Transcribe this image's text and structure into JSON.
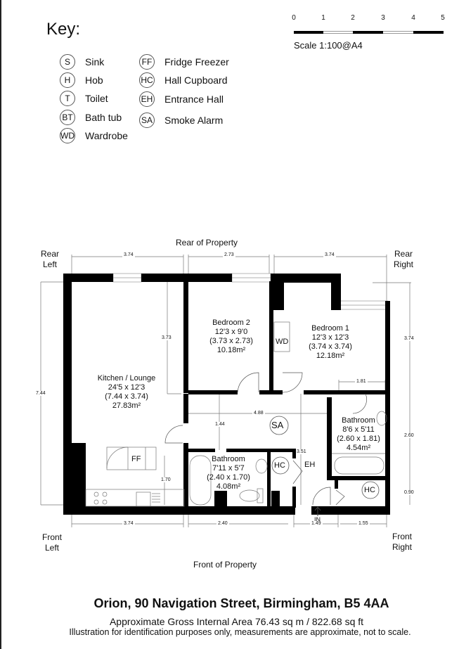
{
  "key": {
    "title": "Key:",
    "items": [
      {
        "symbol": "S",
        "label": "Sink"
      },
      {
        "symbol": "H",
        "label": "Hob"
      },
      {
        "symbol": "T",
        "label": "Toilet"
      },
      {
        "symbol": "BT",
        "label": "Bath tub"
      },
      {
        "symbol": "WD",
        "label": "Wardrobe"
      },
      {
        "symbol": "FF",
        "label": "Fridge Freezer"
      },
      {
        "symbol": "HC",
        "label": "Hall Cupboard"
      },
      {
        "symbol": "EH",
        "label": "Entrance Hall"
      },
      {
        "symbol": "SA",
        "label": "Smoke Alarm"
      }
    ]
  },
  "scale": {
    "ticks": [
      "0",
      "1",
      "2",
      "3",
      "4",
      "5"
    ],
    "label": "Scale 1:100@A4"
  },
  "orientation": {
    "rear": "Rear of Property",
    "front": "Front of Property",
    "rear_left": [
      "Rear",
      "Left"
    ],
    "rear_right": [
      "Rear",
      "Right"
    ],
    "front_left": [
      "Front",
      "Left"
    ],
    "front_right": [
      "Front",
      "Right"
    ]
  },
  "rooms": {
    "kitchen": {
      "name": "Kitchen / Lounge",
      "imperial": "24'5 x 12'3",
      "metric": "(7.44 x 3.74)",
      "area": "27.83m²"
    },
    "bedroom2": {
      "name": "Bedroom 2",
      "imperial": "12'3 x 9'0",
      "metric": "(3.73 x 2.73)",
      "area": "10.18m²"
    },
    "bedroom1": {
      "name": "Bedroom 1",
      "imperial": "12'3 x 12'3",
      "metric": "(3.74 x 3.74)",
      "area": "12.18m²"
    },
    "bathroom_right": {
      "name": "Bathroom",
      "imperial": "8'6 x 5'11",
      "metric": "(2.60 x 1.81)",
      "area": "4.54m²"
    },
    "bathroom_center": {
      "name": "Bathroom",
      "imperial": "7'11 x 5'7",
      "metric": "(2.40 x 1.70)",
      "area": "4.08m²"
    }
  },
  "symbols": {
    "wd": "WD",
    "ff": "FF",
    "sa": "SA",
    "hc": "HC",
    "eh": "EH",
    "in": "IN"
  },
  "dimensions": {
    "top_left": "3.74",
    "top_mid": "2.73",
    "top_right": "3.74",
    "left_height": "7.44",
    "bedroom2_height": "3.73",
    "right_upper": "3.74",
    "right_mid": "2.60",
    "right_low": "0.90",
    "hall_width": "4.88",
    "hall_height": "1.44",
    "bath_width": "1.81",
    "eh_height": "3.51",
    "kitchen_low": "1.70",
    "bottom_left": "3.74",
    "bottom_mid": "2.40",
    "bottom_entrance": "1.49",
    "bottom_right": "1.55"
  },
  "footer": {
    "title": "Orion, 90 Navigation Street, Birmingham, B5 4AA",
    "area": "Approximate Gross Internal Area 76.43 sq m / 822.68 sq ft",
    "disclaimer": "Illustration for identification purposes only, measurements are approximate, not to scale."
  }
}
